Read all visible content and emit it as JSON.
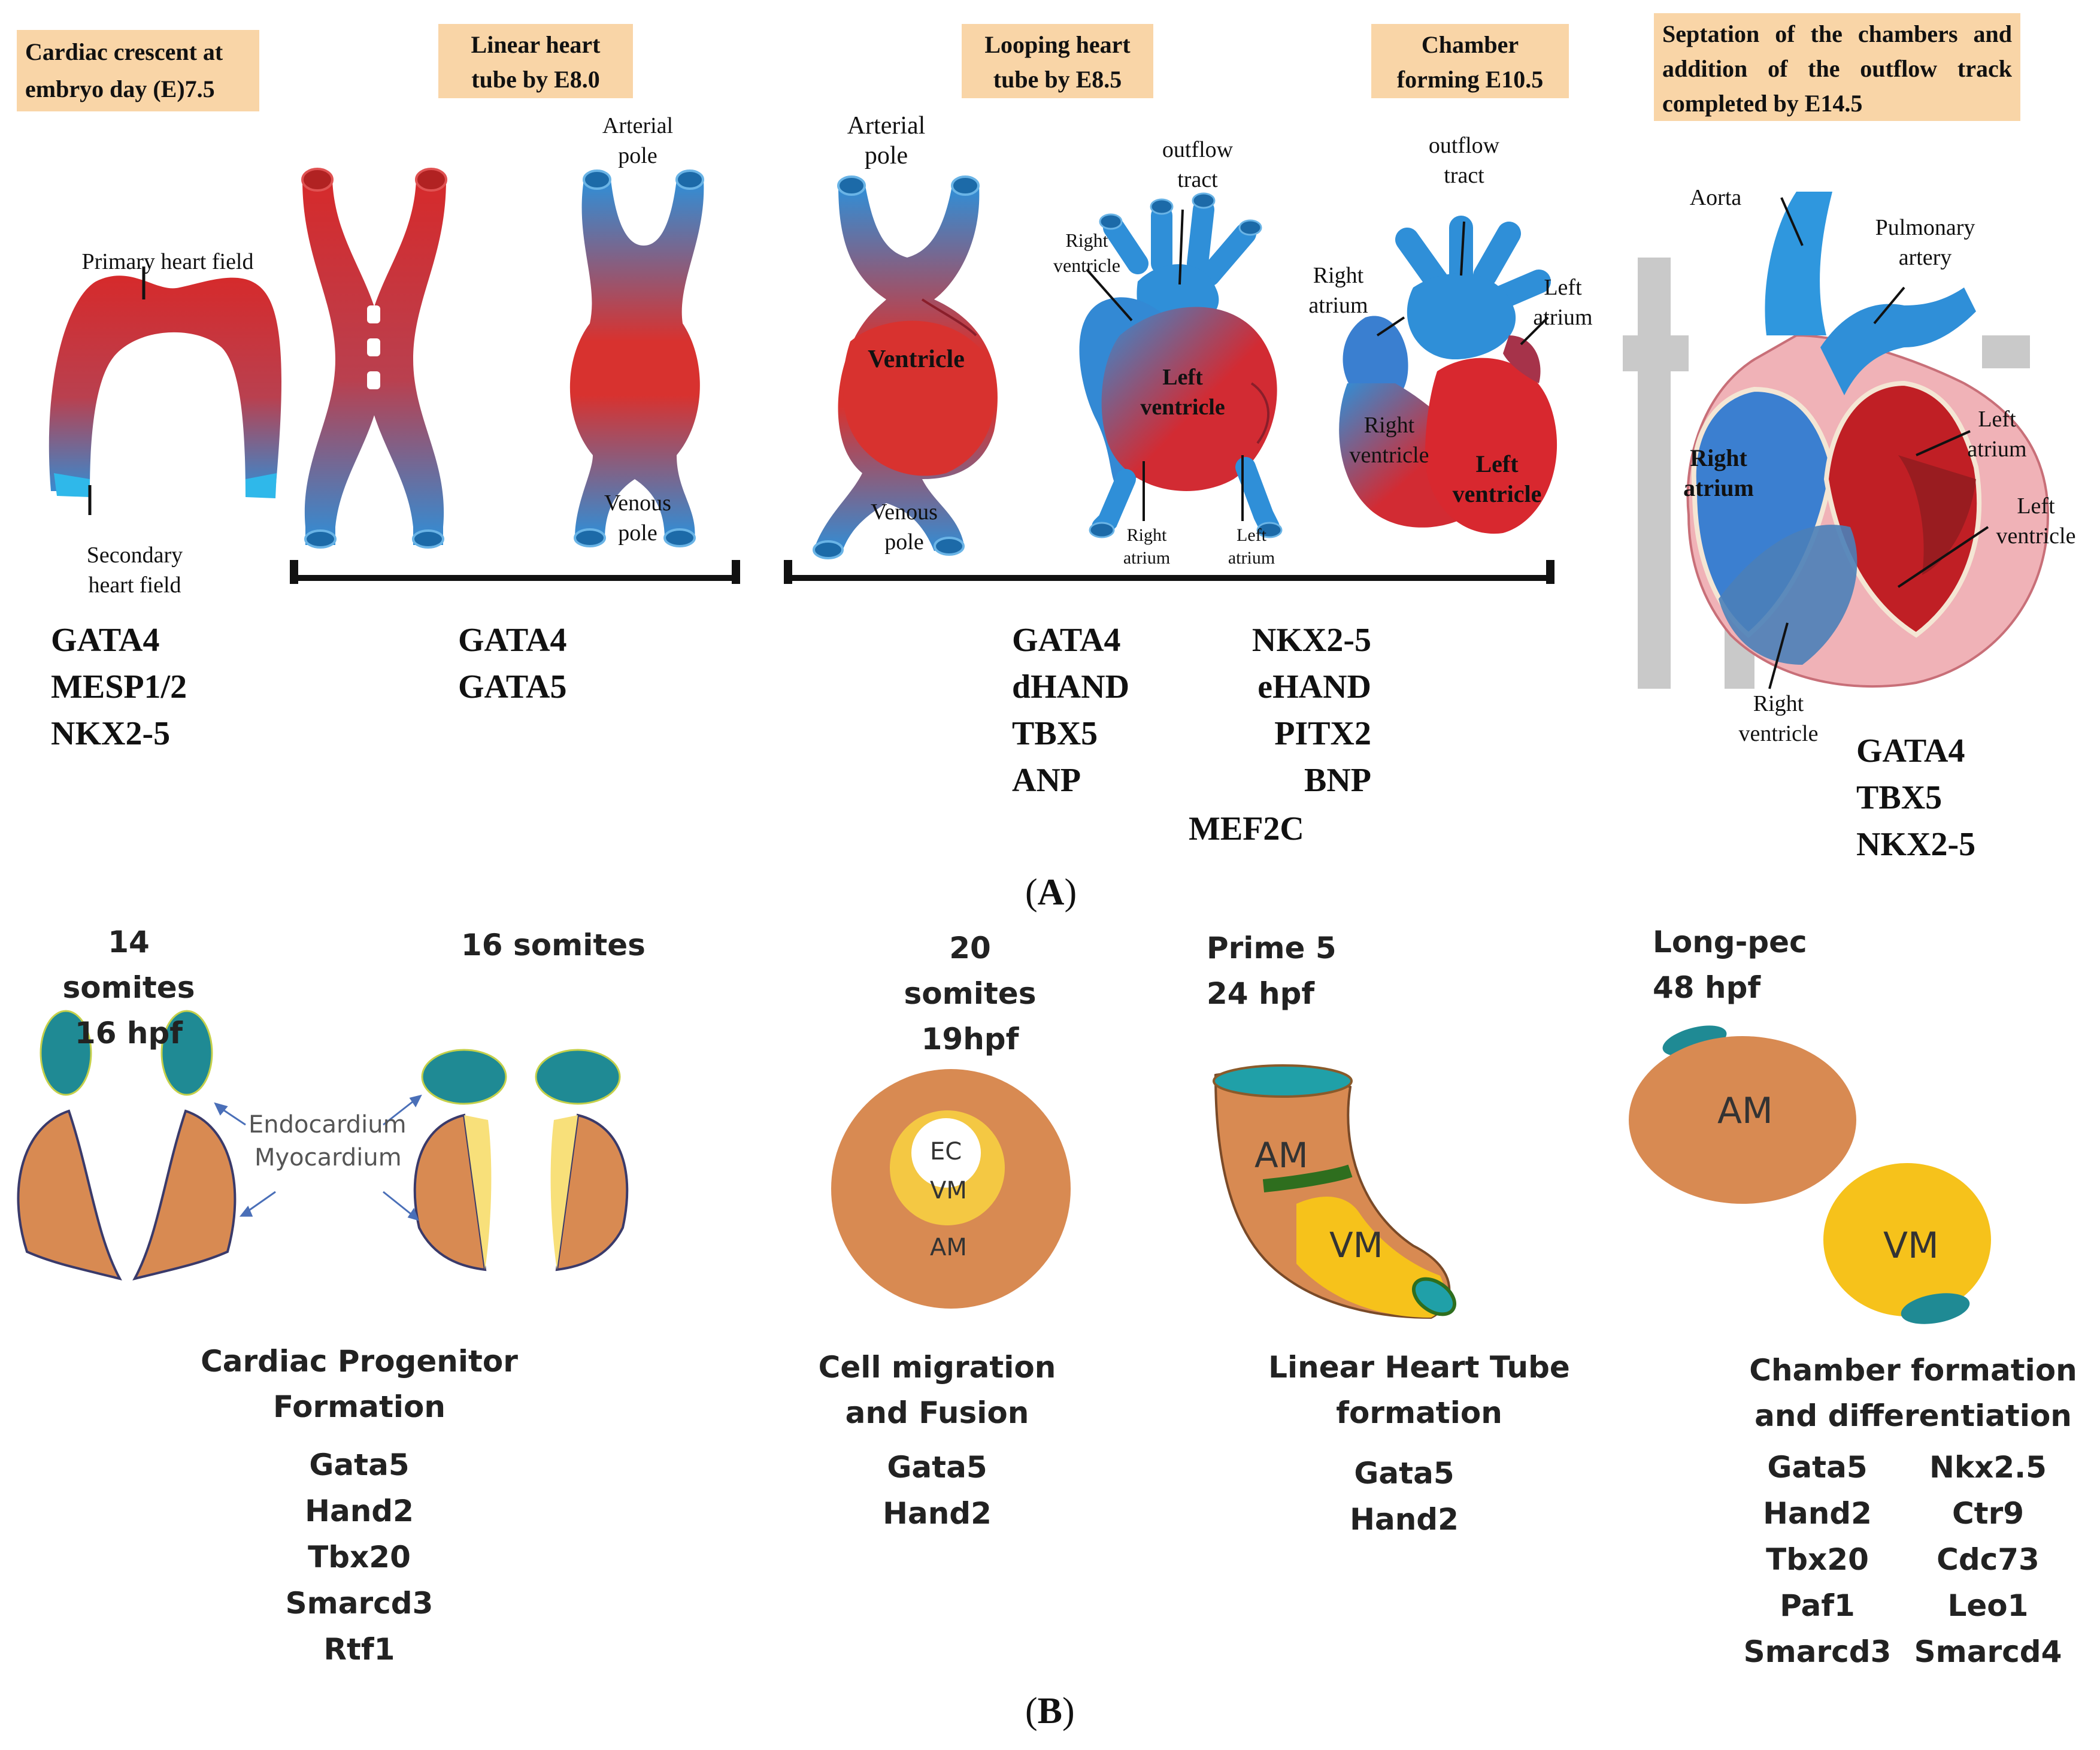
{
  "panel_a": {
    "label": "A",
    "stages": [
      {
        "title": "Cardiac crescent at embryo day (E)7.5"
      },
      {
        "title": "Linear heart tube by E8.0"
      },
      {
        "title": "Looping heart tube by E8.5"
      },
      {
        "title": "Chamber forming E10.5"
      },
      {
        "title": "Septation of the chambers and addition of the outflow track completed by E14.5"
      }
    ],
    "labels": {
      "primary_heart_field": "Primary heart field",
      "secondary_heart_field": "Secondary\nheart field",
      "arterial_pole_1": "Arterial\npole",
      "venous_pole_1": "Venous\npole",
      "arterial_pole_2": "Arterial\npole",
      "venous_pole_2": "Venous\npole",
      "ventricle": "Ventricle",
      "outflow_tract_1": "outflow\ntract",
      "right_ventricle_1": "Right\nventricle",
      "left_ventricle_1": "Left\nventricle",
      "right_atrium_1": "Right\natrium",
      "left_atrium_1": "Left\natrium",
      "outflow_tract_2": "outflow\ntract",
      "right_atrium_2": "Right\natrium",
      "left_atrium_2": "Left\natrium",
      "right_ventricle_2": "Right\nventricle",
      "left_ventricle_2": "Left\nventricle",
      "aorta": "Aorta",
      "pulmonary_artery": "Pulmonary\nartery",
      "left_atrium_3": "Left\natrium",
      "right_atrium_3": "Right\natrium",
      "left_ventricle_3": "Left\nventricle",
      "right_ventricle_3": "Right\nventricle"
    },
    "genes": {
      "crescent": "GATA4\nMESP1/2\nNKX2-5",
      "linear": "GATA4\nGATA5",
      "looping_left": "GATA4\ndHAND\nTBX5\nANP",
      "looping_right": "NKX2-5\neHAND\nPITX2\nBNP",
      "looping_bottom": "MEF2C",
      "septation": "GATA4\nTBX5\nNKX2-5"
    }
  },
  "panel_b": {
    "label": "B",
    "stages": [
      {
        "title": "14 somites\n16 hpf"
      },
      {
        "title": "16 somites"
      },
      {
        "title": "20 somites\n19hpf"
      },
      {
        "title": "Prime 5\n24 hpf"
      },
      {
        "title": "Long-pec\n48 hpf"
      }
    ],
    "labels": {
      "endocardium": "Endocardium",
      "myocardium": "Myocardium",
      "ec": "EC",
      "vm": "VM",
      "am": "AM"
    },
    "processes": [
      {
        "name": "Cardiac Progenitor\nFormation",
        "genes": "Gata5\nHand2\nTbx20\nSmarcd3\nRtf1"
      },
      {
        "name": "Cell migration\nand Fusion",
        "genes": "Gata5\nHand2"
      },
      {
        "name": "Linear Heart Tube\nformation",
        "genes": "Gata5\nHand2"
      },
      {
        "name": "Chamber formation\nand differentiation",
        "genes_left": "Gata5\nHand2\nTbx20\nPaf1\nSmarcd3",
        "genes_right": "Nkx2.5\nCtr9\nCdc73\nLeo1\nSmarcd4"
      }
    ]
  },
  "colors": {
    "stage_box": "#f9d5a7",
    "heart_red": "#d8262b",
    "heart_blue": "#2e8fd6",
    "endocardium": "#1f8a94",
    "myocardium": "#d88a52",
    "ventricular_myocardium": "#f6c21b"
  }
}
